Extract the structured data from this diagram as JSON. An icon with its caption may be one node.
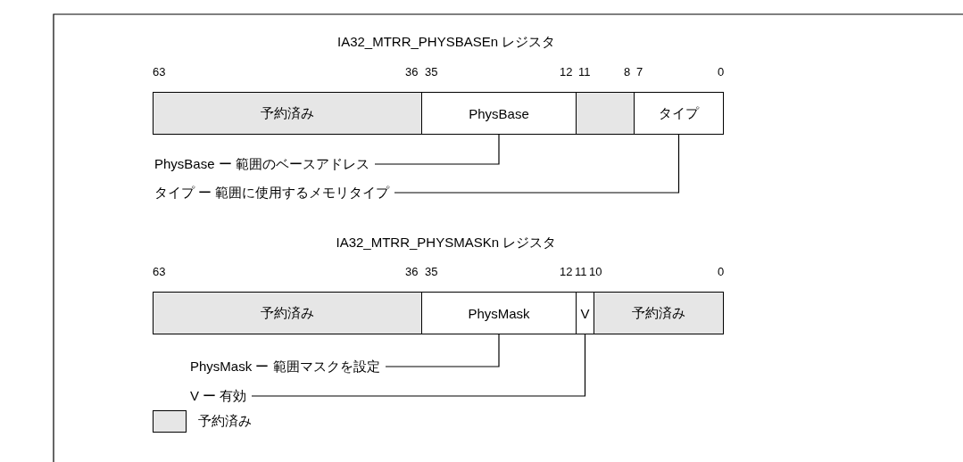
{
  "diagram": {
    "nodes": [
      {
        "text": [
          "予約済み"
        ]
      },
      {
        "text": [
          "PhysBase"
        ]
      },
      {
        "text": [],
        "shape": "box"
      },
      {
        "text": [
          "タイプ"
        ]
      },
      {
        "text": [
          "PhysBase ー 範囲のベースアドレス"
        ]
      },
      {
        "text": [
          "タイプ ー 範囲に使用するメモリタイプ"
        ]
      },
      {
        "text": [
          "予約済み"
        ]
      },
      {
        "text": [
          "PhysMask"
        ]
      },
      {
        "text": [
          "V"
        ]
      },
      {
        "text": [
          "予約済み"
        ]
      },
      {
        "text": [
          "PhysMask ー 範囲マスクを設定"
        ]
      },
      {
        "text": [
          "V ー 有効"
        ]
      }
    ],
    "edges": [
      {
        "from": 4,
        "to": 1,
        "arrow": "none"
      },
      {
        "from": 5,
        "to": 3,
        "arrow": "none"
      },
      {
        "from": 10,
        "to": 7,
        "arrow": "none"
      },
      {
        "from": 11,
        "to": 8,
        "arrow": "none"
      }
    ],
    "labels": [
      "IA32_MTRR_PHYSBASEn レジスタ",
      "63",
      "36",
      "35",
      "12",
      "11",
      "8",
      "7",
      "0",
      "IA32_MTRR_PHYSMASKn レジスタ",
      "63",
      "36",
      "35",
      "12",
      "11",
      "10",
      "0"
    ],
    "legend": [
      {
        "text": "予約済み",
        "color": "#e6e6e6"
      }
    ]
  }
}
